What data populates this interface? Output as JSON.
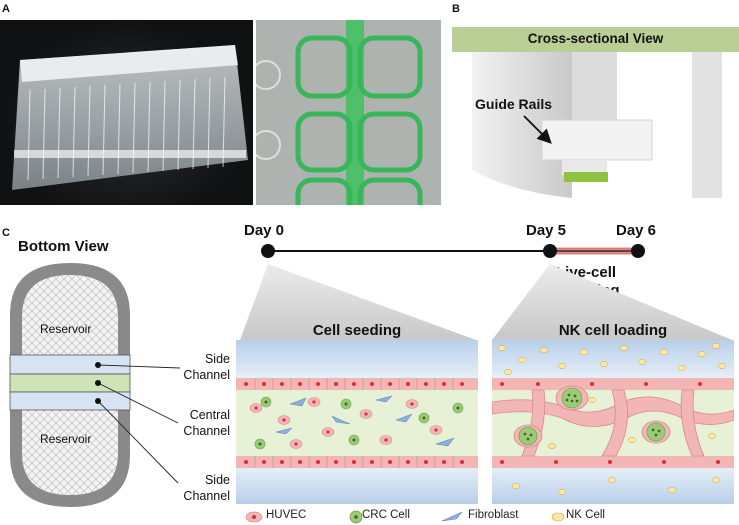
{
  "panels": {
    "a": "A",
    "b": "B",
    "c": "C"
  },
  "panel_b": {
    "header": "Cross-sectional View",
    "guide_label": "Guide Rails"
  },
  "bottom_view": {
    "title": "Bottom View",
    "reservoir_top": "Reservoir",
    "reservoir_bottom": "Reservoir",
    "side_channel_top_1": "Side",
    "side_channel_top_2": "Channel",
    "central_channel_1": "Central",
    "central_channel_2": "Channel",
    "side_channel_bottom_1": "Side",
    "side_channel_bottom_2": "Channel"
  },
  "timeline": {
    "day0": "Day 0",
    "day5": "Day 5",
    "day6": "Day 6",
    "imaging_1": "Live-cell",
    "imaging_2": "Imaging"
  },
  "stages": {
    "seeding": "Cell seeding",
    "loading": "NK cell loading"
  },
  "legend": {
    "huvec": "HUVEC",
    "crc": "CRC Cell",
    "fibroblast": "Fibroblast",
    "nk": "NK Cell"
  },
  "colors": {
    "central_green": "#cfe3b8",
    "side_blue": "#d5e3f3",
    "huvec_pink": "#f2b6b6",
    "huvec_nucleus": "#d83030",
    "crc_green": "#9ccb78",
    "fibro_blue": "#8bb0de",
    "nk_yellow": "#fbe7a3",
    "header_green": "#b9cf95",
    "highlight_pink": "#e88a8a"
  }
}
